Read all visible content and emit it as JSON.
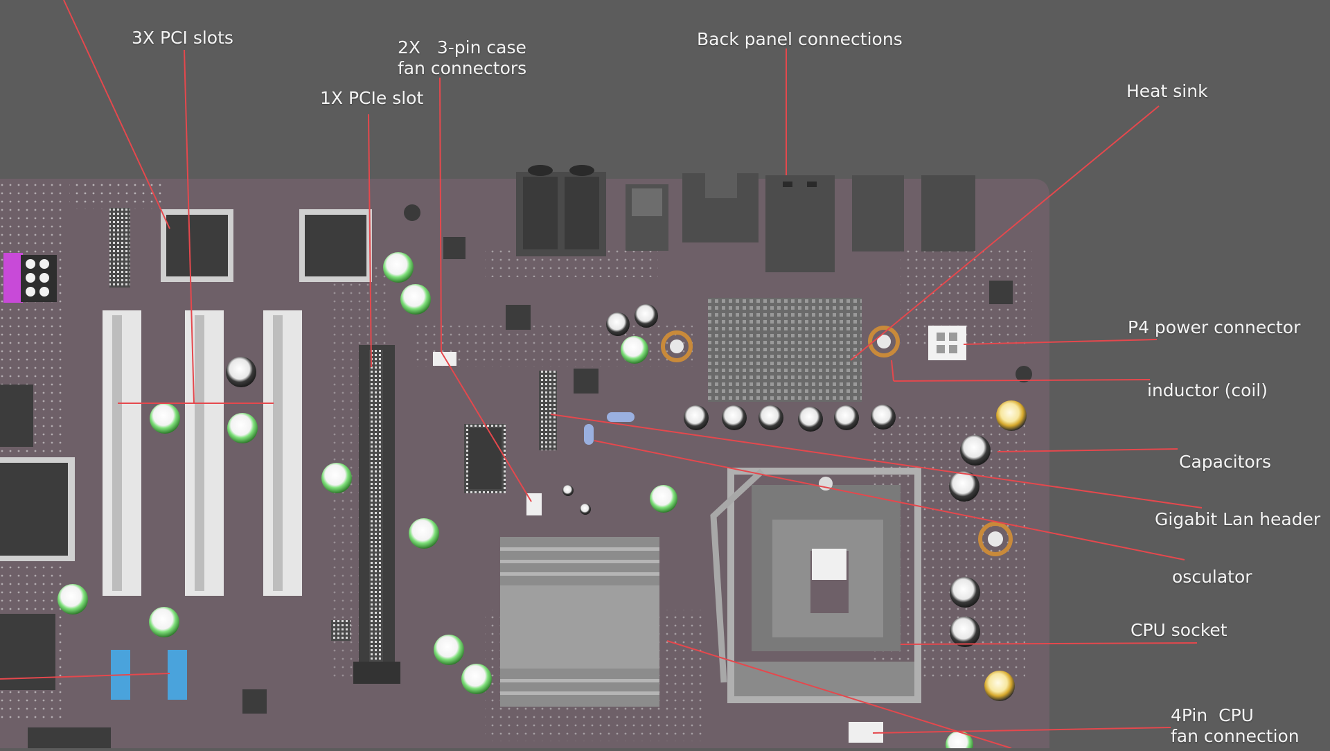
{
  "colors": {
    "background": "#5c5c5c",
    "board": "#6e6068",
    "leader_line": "#e5484d",
    "label_text": "#f4f4f4",
    "slot_white": "#e6e6e6",
    "chip_dark": "#3b3b3b",
    "capacitor_green": "#7ee07a",
    "capacitor_gold": "#e8c24a",
    "header_blue": "#4aa3dc",
    "header_pink": "#c84ad8"
  },
  "labels": {
    "pci_slots": "3X PCI slots",
    "case_fan": "2X   3-pin case\nfan connectors",
    "pcie_slot": "1X PCIe slot",
    "back_panel": "Back panel connections",
    "heat_sink": "Heat sink",
    "p4_power": "P4 power connector",
    "inductor": "inductor (coil)",
    "capacitors": "Capacitors",
    "gigabit_lan": "Gigabit Lan header",
    "osculator": "osculator",
    "cpu_socket": "CPU socket",
    "cpu_fan": "4Pin  CPU\nfan connection"
  },
  "icons": {
    "pci_slot": "pci-slot-icon",
    "pcie_slot": "pcie-slot-icon",
    "capacitor": "capacitor-icon",
    "inductor": "inductor-coil-icon",
    "heatsink": "heatsink-icon",
    "cpu_socket": "cpu-socket-icon",
    "chip": "chip-icon",
    "connector": "connector-icon"
  }
}
